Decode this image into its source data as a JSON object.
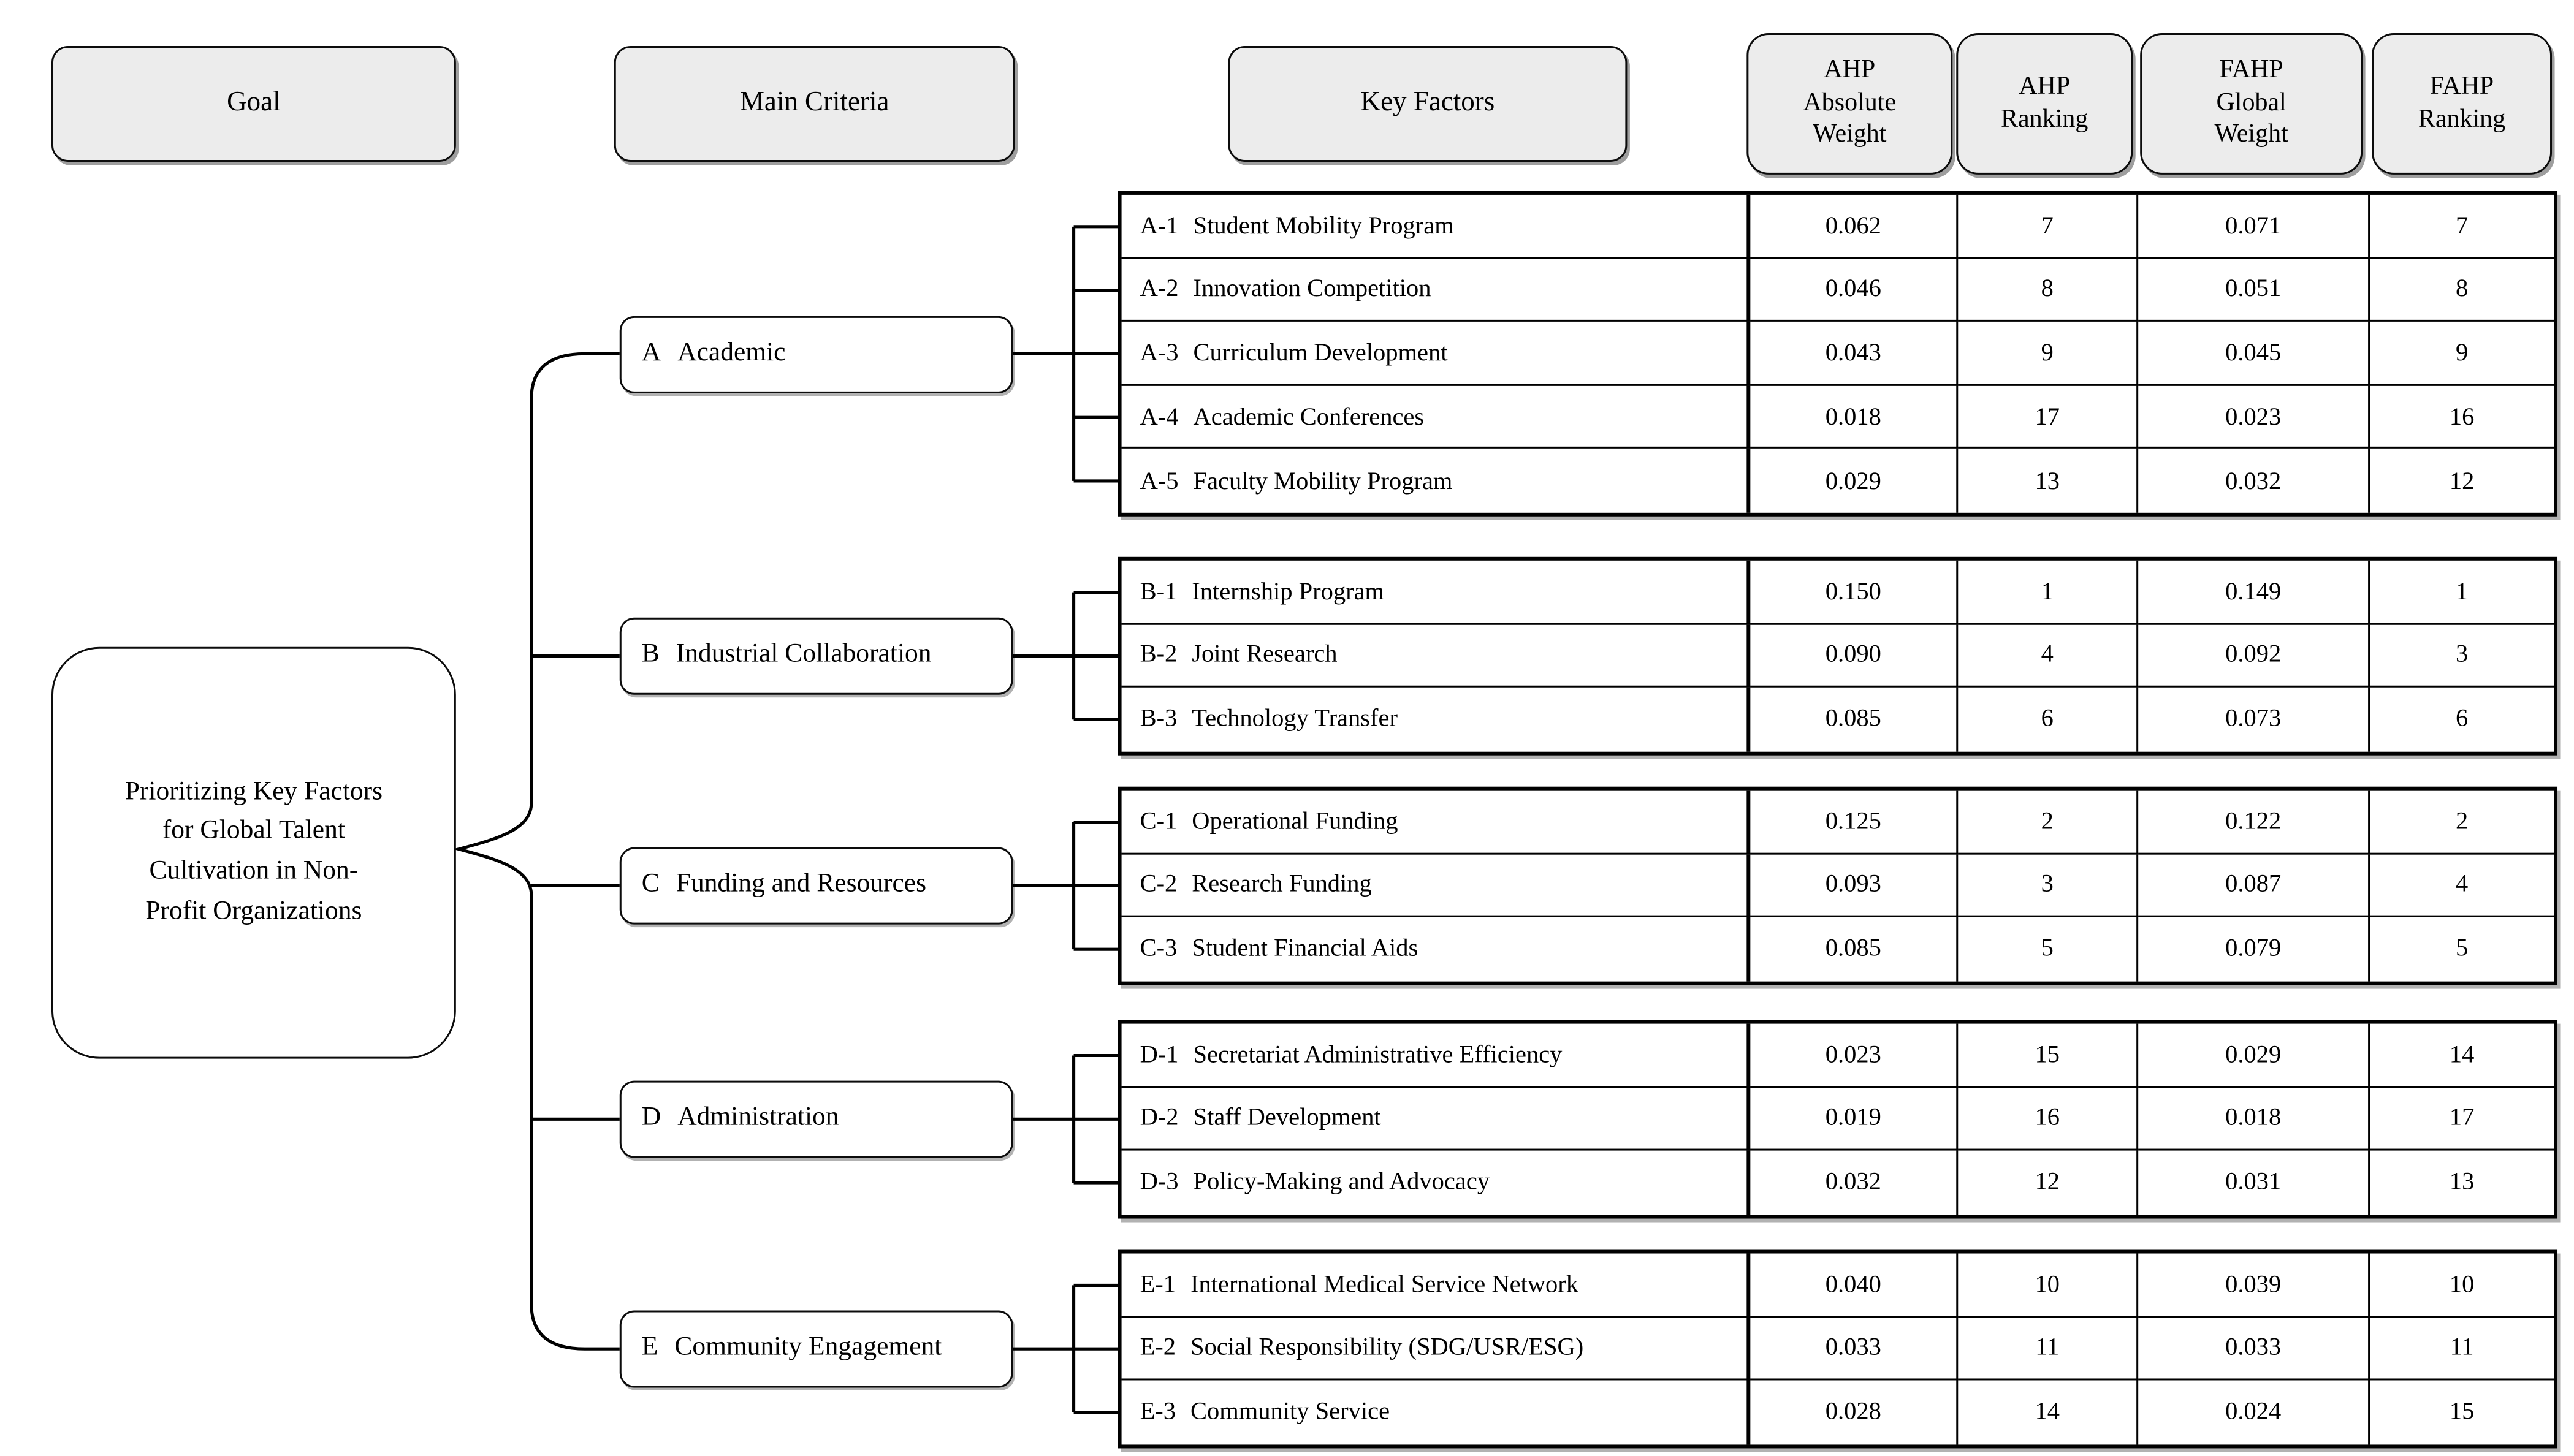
{
  "headers": {
    "goal": "Goal",
    "main_criteria": "Main Criteria",
    "key_factors": "Key Factors"
  },
  "column_headers": [
    "AHP\nAbsolute\nWeight",
    "AHP\nRanking",
    "FAHP\nGlobal\nWeight",
    "FAHP\nRanking"
  ],
  "goal": {
    "text": "Prioritizing Key Factors\nfor Global Talent\nCultivation in Non-\nProfit Organizations"
  },
  "colors": {
    "header_fill": "#ececec",
    "line_color": "#000000",
    "background": "#ffffff"
  },
  "sections": [
    {
      "id": "A",
      "label": "Academic",
      "rows": [
        {
          "code": "A-1",
          "label": "Student Mobility Program",
          "ahp_absolute_weight": "0.062",
          "ahp_ranking": "7",
          "fahp_global_weight": "0.071",
          "fahp_ranking": "7"
        },
        {
          "code": "A-2",
          "label": "Innovation Competition",
          "ahp_absolute_weight": "0.046",
          "ahp_ranking": "8",
          "fahp_global_weight": "0.051",
          "fahp_ranking": "8"
        },
        {
          "code": "A-3",
          "label": "Curriculum Development",
          "ahp_absolute_weight": "0.043",
          "ahp_ranking": "9",
          "fahp_global_weight": "0.045",
          "fahp_ranking": "9"
        },
        {
          "code": "A-4",
          "label": "Academic Conferences",
          "ahp_absolute_weight": "0.018",
          "ahp_ranking": "17",
          "fahp_global_weight": "0.023",
          "fahp_ranking": "16"
        },
        {
          "code": "A-5",
          "label": "Faculty Mobility Program",
          "ahp_absolute_weight": "0.029",
          "ahp_ranking": "13",
          "fahp_global_weight": "0.032",
          "fahp_ranking": "12"
        }
      ]
    },
    {
      "id": "B",
      "label": "Industrial Collaboration",
      "rows": [
        {
          "code": "B-1",
          "label": "Internship Program",
          "ahp_absolute_weight": "0.150",
          "ahp_ranking": "1",
          "fahp_global_weight": "0.149",
          "fahp_ranking": "1"
        },
        {
          "code": "B-2",
          "label": "Joint Research",
          "ahp_absolute_weight": "0.090",
          "ahp_ranking": "4",
          "fahp_global_weight": "0.092",
          "fahp_ranking": "3"
        },
        {
          "code": "B-3",
          "label": "Technology Transfer",
          "ahp_absolute_weight": "0.085",
          "ahp_ranking": "6",
          "fahp_global_weight": "0.073",
          "fahp_ranking": "6"
        }
      ]
    },
    {
      "id": "C",
      "label": "Funding and Resources",
      "rows": [
        {
          "code": "C-1",
          "label": "Operational Funding",
          "ahp_absolute_weight": "0.125",
          "ahp_ranking": "2",
          "fahp_global_weight": "0.122",
          "fahp_ranking": "2"
        },
        {
          "code": "C-2",
          "label": "Research Funding",
          "ahp_absolute_weight": "0.093",
          "ahp_ranking": "3",
          "fahp_global_weight": "0.087",
          "fahp_ranking": "4"
        },
        {
          "code": "C-3",
          "label": "Student Financial Aids",
          "ahp_absolute_weight": "0.085",
          "ahp_ranking": "5",
          "fahp_global_weight": "0.079",
          "fahp_ranking": "5"
        }
      ]
    },
    {
      "id": "D",
      "label": "Administration",
      "rows": [
        {
          "code": "D-1",
          "label": "Secretariat Administrative Efficiency",
          "ahp_absolute_weight": "0.023",
          "ahp_ranking": "15",
          "fahp_global_weight": "0.029",
          "fahp_ranking": "14"
        },
        {
          "code": "D-2",
          "label": "Staff Development",
          "ahp_absolute_weight": "0.019",
          "ahp_ranking": "16",
          "fahp_global_weight": "0.018",
          "fahp_ranking": "17"
        },
        {
          "code": "D-3",
          "label": "Policy-Making and Advocacy",
          "ahp_absolute_weight": "0.032",
          "ahp_ranking": "12",
          "fahp_global_weight": "0.031",
          "fahp_ranking": "13"
        }
      ]
    },
    {
      "id": "E",
      "label": "Community Engagement",
      "rows": [
        {
          "code": "E-1",
          "label": "International Medical Service Network",
          "ahp_absolute_weight": "0.040",
          "ahp_ranking": "10",
          "fahp_global_weight": "0.039",
          "fahp_ranking": "10"
        },
        {
          "code": "E-2",
          "label": "Social Responsibility (SDG/USR/ESG)",
          "ahp_absolute_weight": "0.033",
          "ahp_ranking": "11",
          "fahp_global_weight": "0.033",
          "fahp_ranking": "11"
        },
        {
          "code": "E-3",
          "label": "Community Service",
          "ahp_absolute_weight": "0.028",
          "ahp_ranking": "14",
          "fahp_global_weight": "0.024",
          "fahp_ranking": "15"
        }
      ]
    }
  ]
}
